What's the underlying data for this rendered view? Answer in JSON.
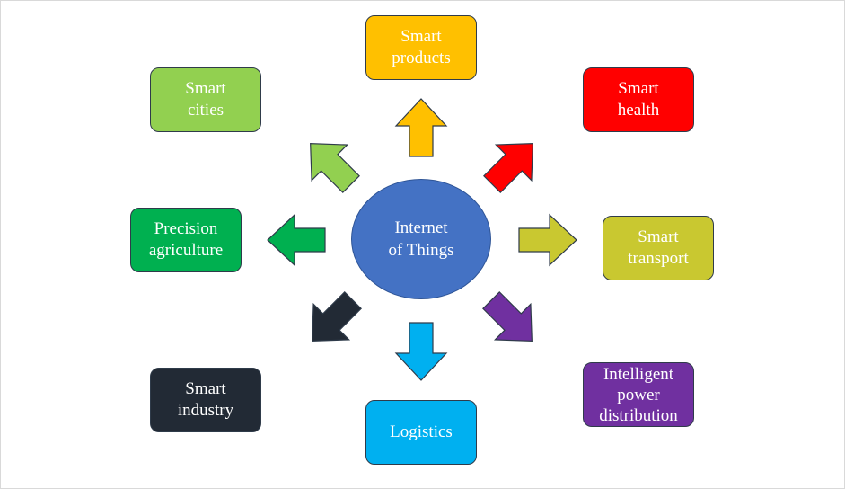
{
  "center": {
    "label": "Internet\nof Things",
    "color": "#4472c4"
  },
  "nodes": [
    {
      "id": "smart-products",
      "label": "Smart\nproducts",
      "color": "#ffc000"
    },
    {
      "id": "smart-cities",
      "label": "Smart\ncities",
      "color": "#92d050"
    },
    {
      "id": "smart-health",
      "label": "Smart\nhealth",
      "color": "#ff0000"
    },
    {
      "id": "precision-agriculture",
      "label": "Precision\nagriculture",
      "color": "#00b050"
    },
    {
      "id": "smart-transport",
      "label": "Smart\ntransport",
      "color": "#c9c830"
    },
    {
      "id": "smart-industry",
      "label": "Smart\nindustry",
      "color": "#222a35"
    },
    {
      "id": "logistics",
      "label": "Logistics",
      "color": "#00b0f0"
    },
    {
      "id": "intelligent-power-distribution",
      "label": "Intelligent\npower\ndistribution",
      "color": "#7030a0"
    }
  ]
}
